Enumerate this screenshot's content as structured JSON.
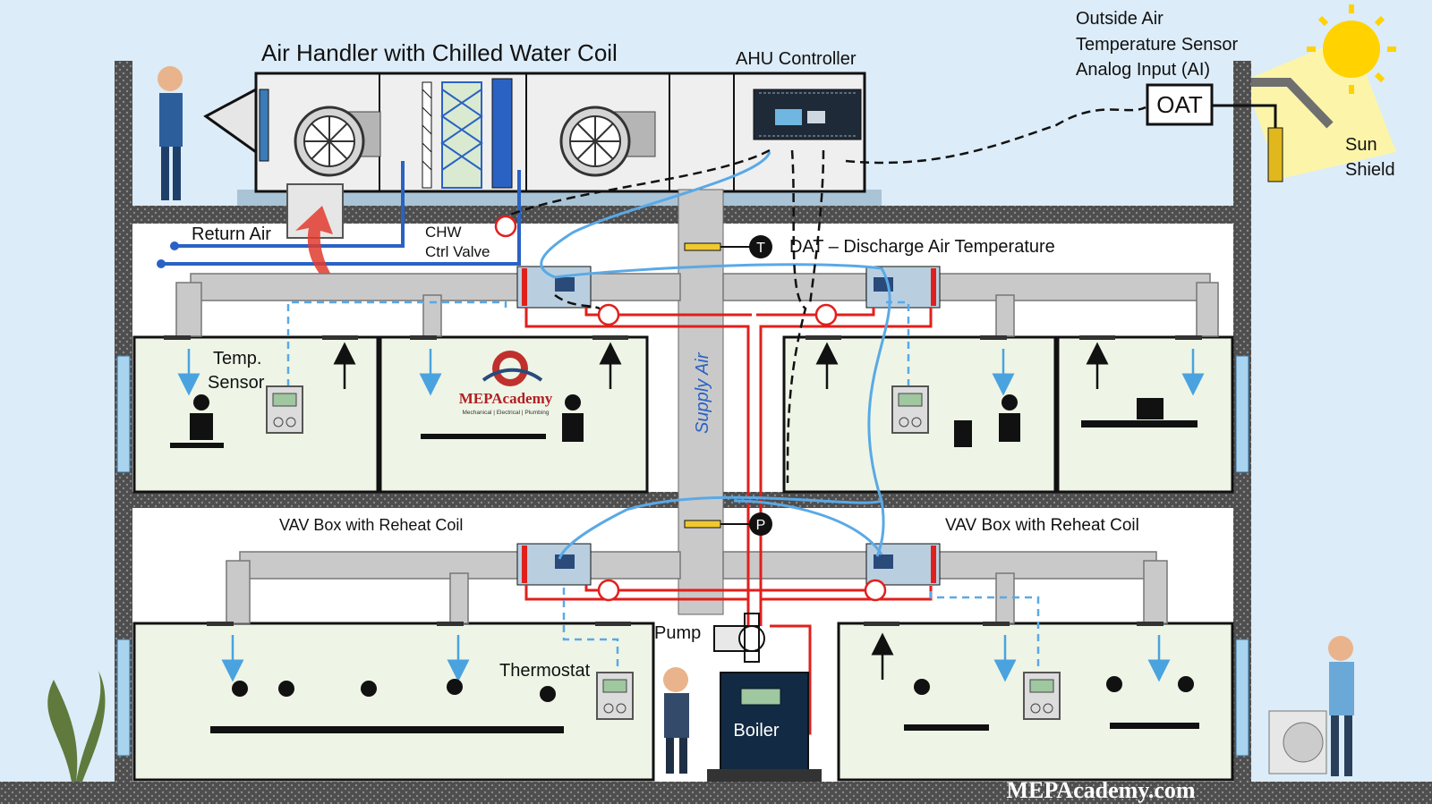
{
  "labels": {
    "ahu_title": "Air Handler with Chilled Water Coil",
    "ahu_controller": "AHU Controller",
    "oat_sensor_line1": "Outside Air",
    "oat_sensor_line2": "Temperature Sensor",
    "oat_sensor_line3": "Analog Input (AI)",
    "oat_box": "OAT",
    "sun_shield_line1": "Sun",
    "sun_shield_line2": "Shield",
    "return_air": "Return Air",
    "chw_valve_line1": "CHW",
    "chw_valve_line2": "Ctrl Valve",
    "dat": "DAT – Discharge Air Temperature",
    "temp_sensor_line1": "Temp.",
    "temp_sensor_line2": "Sensor",
    "supply_air": "Supply Air",
    "vav_left": "VAV Box with Reheat Coil",
    "vav_right": "VAV Box with Reheat Coil",
    "pump": "Pump",
    "thermostat": "Thermostat",
    "boiler": "Boiler",
    "temp_symbol": "T",
    "pressure_symbol": "P",
    "logo_name": "MEPAcademy",
    "logo_tagline": "Mechanical | Electrical | Plumbing",
    "footer_url": "MEPAcademy.com"
  },
  "colors": {
    "sky": "#dcecf8",
    "room": "#eef5e6",
    "duct": "#c9c9c9",
    "chw_pipe": "#2a62c4",
    "hw_pipe": "#e0201c",
    "signal_wire": "#5aa9e6",
    "control_wire": "#111111",
    "arrow": "#4aa3df",
    "slab": "#555555"
  }
}
